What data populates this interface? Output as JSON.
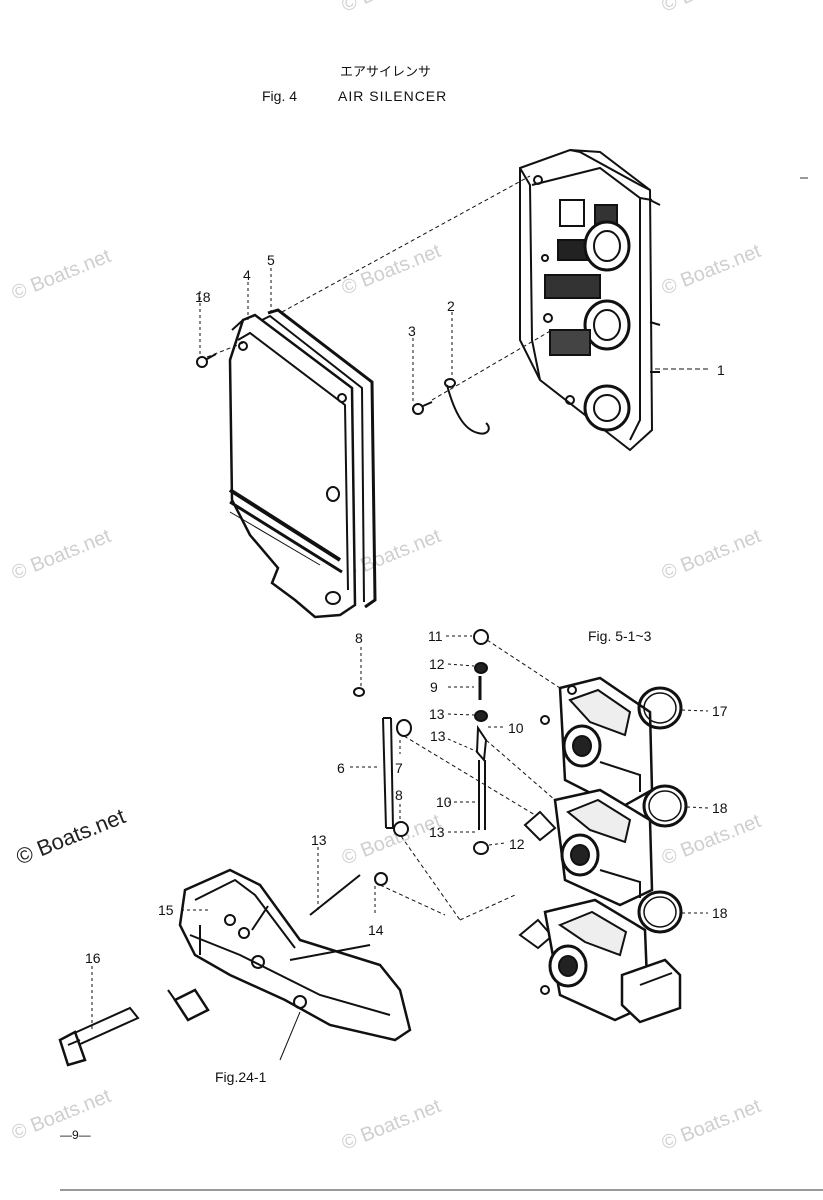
{
  "header": {
    "title_jp": "エアサイレンサ",
    "fig_number": "Fig. 4",
    "title_en": "AIR SILENCER"
  },
  "callouts": [
    "1",
    "2",
    "3",
    "4",
    "5",
    "6",
    "7",
    "8",
    "8",
    "9",
    "10",
    "10",
    "11",
    "12",
    "12",
    "13",
    "13",
    "13",
    "13",
    "14",
    "15",
    "16",
    "17",
    "18",
    "18",
    "18"
  ],
  "references": {
    "carburetor": "Fig. 5-1~3",
    "bracket": "Fig.24-1"
  },
  "footer": {
    "page_number": "—9—"
  },
  "watermark": {
    "text": "© Boats.net"
  }
}
